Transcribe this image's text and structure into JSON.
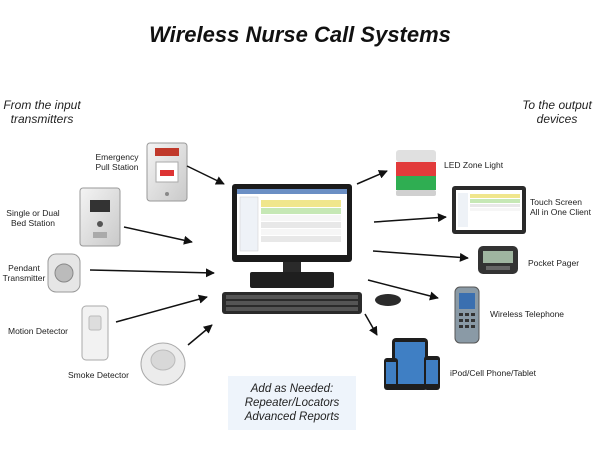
{
  "title": "Wireless Nurse Call Systems",
  "input_header": {
    "line1": "From the input",
    "line2": "transmitters"
  },
  "output_header": {
    "line1": "To the output",
    "line2": "devices"
  },
  "inputs": [
    {
      "name": "emergency-pull-station",
      "line1": "Emergency",
      "line2": "Pull Station"
    },
    {
      "name": "bed-station",
      "line1": "Single or Dual",
      "line2": "Bed Station"
    },
    {
      "name": "pendant-transmitter",
      "line1": "Pendant",
      "line2": "Transmitter"
    },
    {
      "name": "motion-detector",
      "line1": "Motion Detector",
      "line2": ""
    },
    {
      "name": "smoke-detector",
      "line1": "Smoke Detector",
      "line2": ""
    }
  ],
  "outputs": [
    {
      "name": "led-zone-light",
      "line1": "LED Zone Light",
      "line2": ""
    },
    {
      "name": "touch-screen",
      "line1": "Touch Screen",
      "line2": "All in One Client"
    },
    {
      "name": "pocket-pager",
      "line1": "Pocket Pager",
      "line2": ""
    },
    {
      "name": "wireless-telephone",
      "line1": "Wireless Telephone",
      "line2": ""
    },
    {
      "name": "ipod-cell-phone-tablet",
      "line1": "iPod/Cell Phone/Tablet",
      "line2": ""
    }
  ],
  "add_on": {
    "line1": "Add as Needed:",
    "line2": "Repeater/Locators",
    "line3": "Advanced Reports"
  },
  "colors": {
    "arrow": "#111111",
    "note_bg": "#eef4fb",
    "monitor": "#1b1b1b",
    "light_red": "#e23b3b",
    "light_green": "#2fae52"
  }
}
